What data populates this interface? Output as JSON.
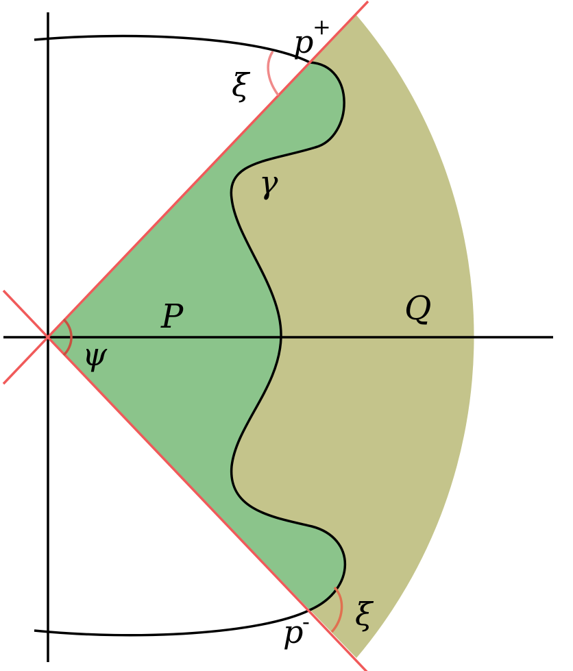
{
  "labels": {
    "p_plus": "p",
    "p_plus_sup": "+",
    "p_minus": "p",
    "p_minus_sup": "-",
    "xi_top": "ξ",
    "xi_bottom": "ξ",
    "gamma": "γ",
    "psi": "ψ",
    "P": "P",
    "Q": "Q"
  },
  "colors": {
    "region_P": "#8bc48b",
    "region_Q": "#c4c48b",
    "ray": "#f05a5a",
    "angle_arc_xi_top": "#f08a8a",
    "angle_arc_xi_bottom": "#e07050",
    "angle_arc_psi": "#c85040",
    "axis": "#000000",
    "curve": "#000000"
  }
}
